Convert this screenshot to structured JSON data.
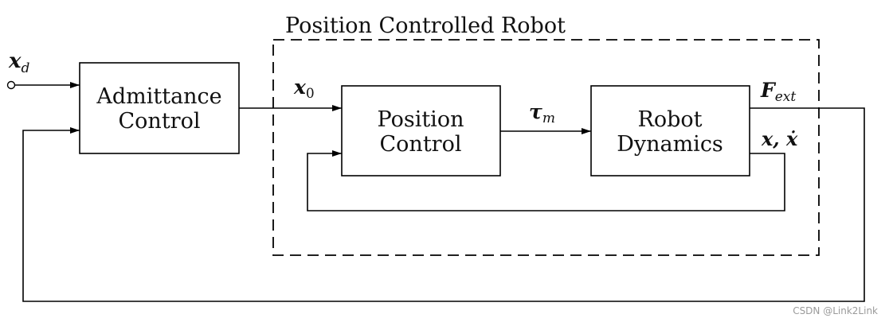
{
  "diagram": {
    "group_title": "Position Controlled Robot",
    "blocks": {
      "admittance": {
        "line1": "Admittance",
        "line2": "Control"
      },
      "position": {
        "line1": "Position",
        "line2": "Control"
      },
      "dynamics": {
        "line1": "Robot",
        "line2": "Dynamics"
      }
    },
    "signals": {
      "xd": {
        "base": "x",
        "sub": "d"
      },
      "x0": {
        "base": "x",
        "sub": "0"
      },
      "tau_m": {
        "base": "τ",
        "sub": "m"
      },
      "f_ext": {
        "base": "F",
        "sub": "ext"
      },
      "x_xdot": "x, ẋ"
    }
  },
  "watermark": "CSDN @Link2Link"
}
